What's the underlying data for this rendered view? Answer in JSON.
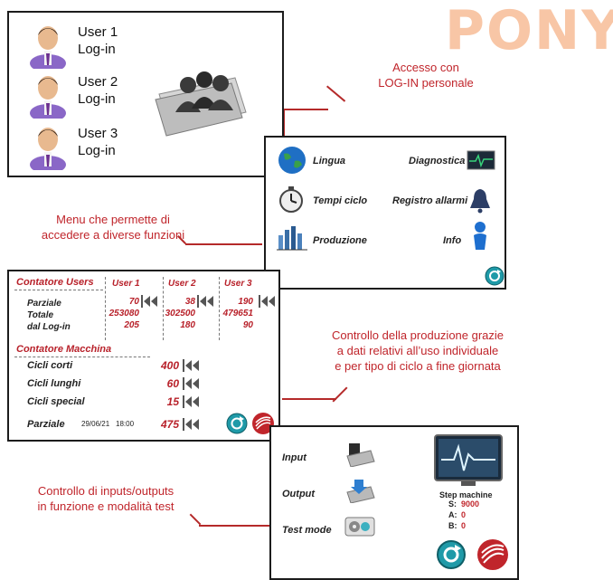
{
  "brand": "PONY",
  "login_panel": {
    "users": [
      {
        "name": "User 1",
        "action": "Log-in"
      },
      {
        "name": "User 2",
        "action": "Log-in"
      },
      {
        "name": "User 3",
        "action": "Log-in"
      }
    ]
  },
  "callouts": {
    "login": [
      "Accesso con",
      "LOG-IN personale"
    ],
    "menu": [
      "Menu che permette di",
      "accedere a diverse funzioni"
    ],
    "production": [
      "Controllo della produzione grazie",
      "a dati relativi all’uso individuale",
      "e per tipo di ciclo a fine giornata"
    ],
    "io": [
      "Controllo di inputs/outputs",
      "in funzione e modalità test"
    ]
  },
  "menu_panel": {
    "items": [
      {
        "label": "Lingua",
        "icon": "globe-icon"
      },
      {
        "label": "Diagnostica",
        "icon": "monitor-icon"
      },
      {
        "label": "Tempi ciclo",
        "icon": "stopwatch-icon"
      },
      {
        "label": "Registro allarmi",
        "icon": "alarm-bell-icon"
      },
      {
        "label": "Produzione",
        "icon": "production-chart-icon"
      },
      {
        "label": "Info",
        "icon": "info-person-icon"
      }
    ]
  },
  "counter_panel": {
    "users_title": "Contatore Users",
    "user_cols": [
      "User 1",
      "User 2",
      "User 3"
    ],
    "row_labels": [
      "Parziale",
      "Totale",
      "dal Log-in"
    ],
    "values": [
      {
        "parziale": "70",
        "totale": "253080",
        "login": "205"
      },
      {
        "parziale": "38",
        "totale": "302500",
        "login": "180"
      },
      {
        "parziale": "190",
        "totale": "479651",
        "login": "90"
      }
    ],
    "machine_title": "Contatore Macchina",
    "machine_rows": [
      {
        "label": "Cicli corti",
        "value": "400"
      },
      {
        "label": "Cicli lunghi",
        "value": "60"
      },
      {
        "label": "Cicli special",
        "value": "15"
      }
    ],
    "partial": {
      "label": "Parziale",
      "date": "29/06/21",
      "time": "18:00",
      "value": "475"
    }
  },
  "io_panel": {
    "items": [
      {
        "label": "Input"
      },
      {
        "label": "Output"
      },
      {
        "label": "Test mode"
      }
    ],
    "step": {
      "title": "Step machine",
      "rows": [
        {
          "key": "S:",
          "value": "9000"
        },
        {
          "key": "A:",
          "value": "0"
        },
        {
          "key": "B:",
          "value": "0"
        }
      ]
    }
  },
  "colors": {
    "accent_red": "#c0252b",
    "brand_peach": "#f8c6a6",
    "teal": "#1f9aa8"
  }
}
